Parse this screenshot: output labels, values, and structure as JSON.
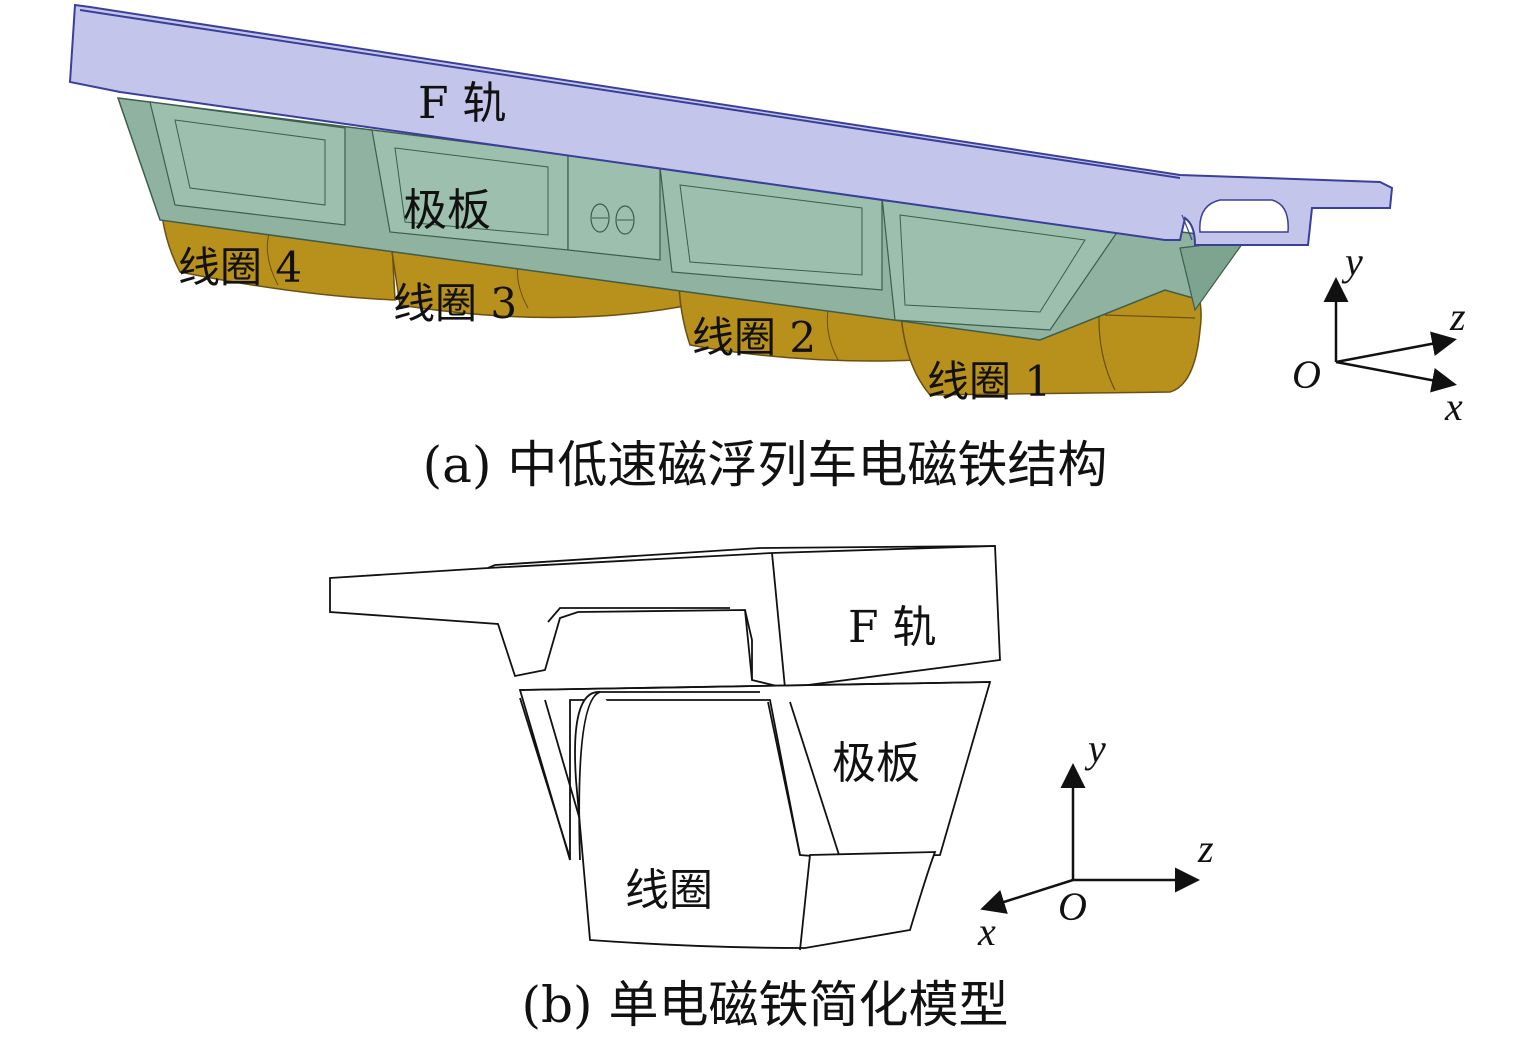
{
  "panel_a": {
    "labels": {
      "rail": "F 轨",
      "pole_plate": "极板",
      "coil_4": "线圈 4",
      "coil_3": "线圈 3",
      "coil_2": "线圈 2",
      "coil_1": "线圈 1"
    },
    "axes": {
      "y": "y",
      "z": "z",
      "x": "x",
      "origin": "O"
    },
    "caption": "(a) 中低速磁浮列车电磁铁结构"
  },
  "panel_b": {
    "labels": {
      "rail": "F 轨",
      "pole_plate": "极板",
      "coil": "线圈"
    },
    "axes": {
      "y": "y",
      "z": "z",
      "x": "x",
      "origin": "O"
    },
    "caption": "(b) 单电磁铁简化模型"
  },
  "colors": {
    "rail_fill": "#c3c6ea",
    "rail_stroke": "#3a3f99",
    "pole_fill": "#8fb3a0",
    "pole_stroke": "#3d5e4c",
    "coil_fill": "#b8901c",
    "coil_stroke": "#6b5010",
    "line": "#111111"
  }
}
